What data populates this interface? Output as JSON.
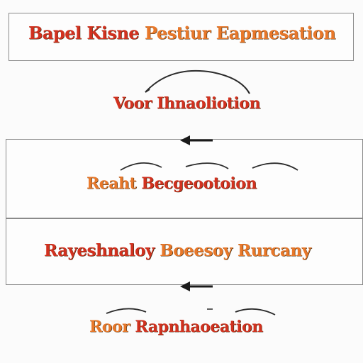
{
  "palette": {
    "primary_red": "#d2311f",
    "accent_orange": "#e8782a",
    "stroke": "#2b2b2b",
    "border": "#8a8a8a"
  },
  "labels": {
    "top": {
      "w1": "Bapel Kisne",
      "w2": "Pestiur Eapmesation"
    },
    "mid": {
      "w1": "Voor",
      "w2": "Ihnaoliotion"
    },
    "box": {
      "w1": "Reaht",
      "w2": "Becgeootoion"
    },
    "lower": {
      "w1": "Rayeshnaloy",
      "w2": "Boeesoy Rurcany"
    },
    "bottom": {
      "w1": "Roor",
      "w2": "Rapnhaoeation"
    }
  },
  "icons": [
    "arrow-left-icon",
    "arrow-left-icon",
    "arc-connector-icon"
  ]
}
